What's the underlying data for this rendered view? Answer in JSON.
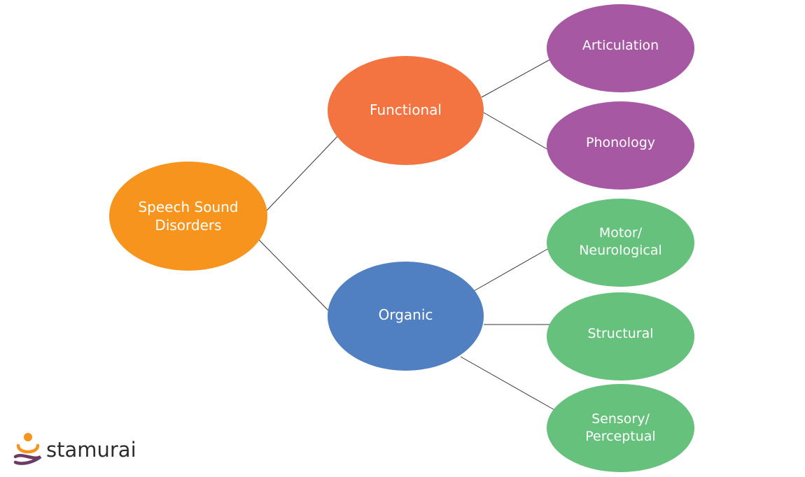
{
  "diagram": {
    "root": {
      "label": "Speech Sound\nDisorders",
      "color": "#F7941D"
    },
    "branches": [
      {
        "label": "Functional",
        "color": "#F37441",
        "children": [
          {
            "label": "Articulation",
            "color": "#A758A3"
          },
          {
            "label": "Phonology",
            "color": "#A758A3"
          }
        ]
      },
      {
        "label": "Organic",
        "color": "#5080C1",
        "children": [
          {
            "label": "Motor/\nNeurological",
            "color": "#66C17C"
          },
          {
            "label": "Structural",
            "color": "#66C17C"
          },
          {
            "label": "Sensory/\nPerceptual",
            "color": "#66C17C"
          }
        ]
      }
    ],
    "line_color": "#333333"
  },
  "logo": {
    "text": "stamurai",
    "icon": "meditating-figure-icon",
    "colors": {
      "accent": "#F7941D",
      "primary": "#6A3B63"
    }
  }
}
